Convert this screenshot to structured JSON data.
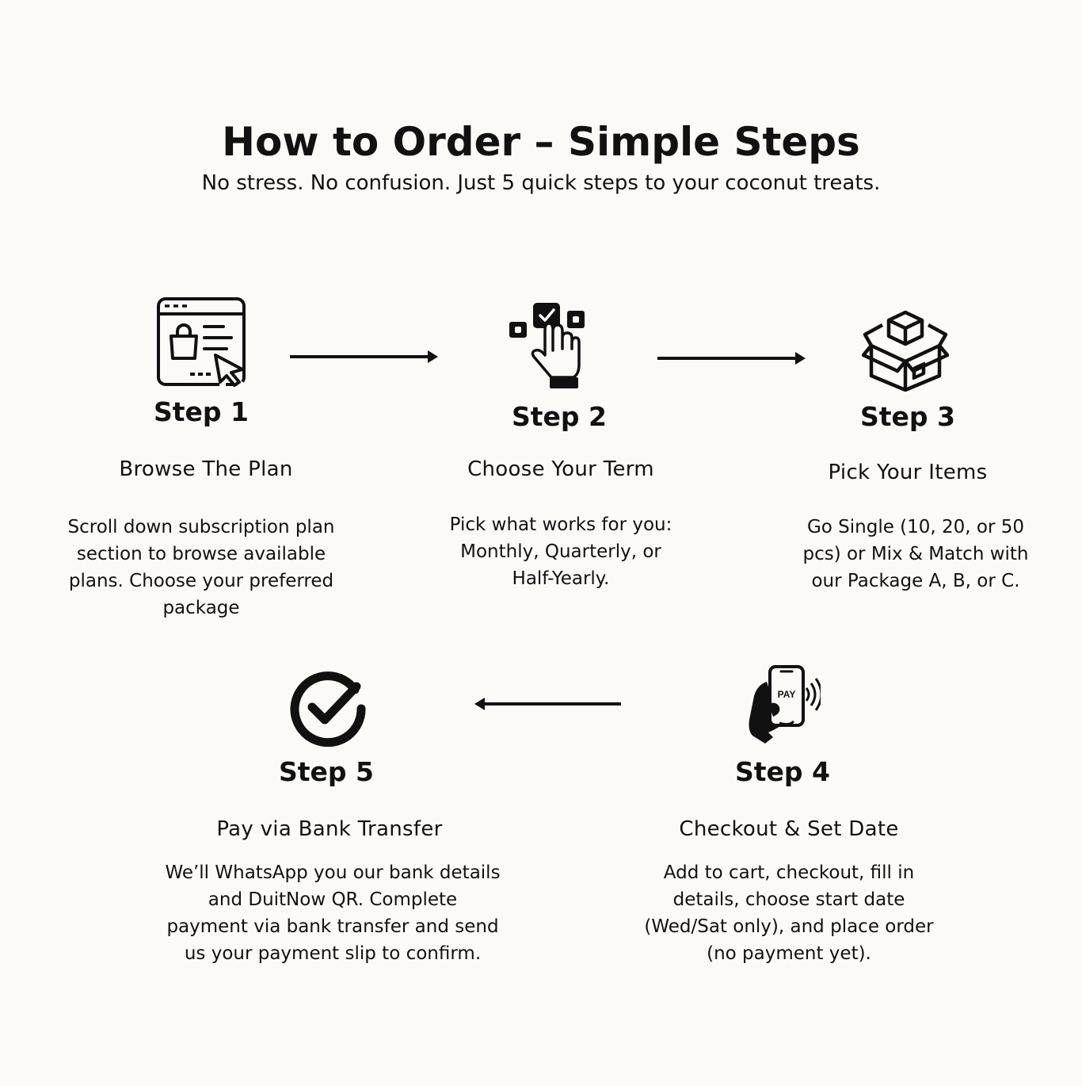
{
  "title": "How to Order – Simple Steps",
  "subtitle": "No stress. No confusion. Just 5 quick steps to your coconut treats.",
  "steps": [
    {
      "label": "Step 1",
      "heading": "Browse The Plan",
      "description": "Scroll down subscription plan section to browse available plans. Choose your preferred package",
      "icon": "online-shopping-browser-icon"
    },
    {
      "label": "Step 2",
      "heading": "Choose Your Term",
      "description": "Pick what works for you: Monthly, Quarterly, or Half-Yearly.",
      "icon": "hand-tap-checkbox-icon"
    },
    {
      "label": "Step 3",
      "heading": "Pick Your Items",
      "description": "Go Single (10, 20, or 50 pcs) or Mix & Match with our Package A, B, or C.",
      "icon": "open-box-icon"
    },
    {
      "label": "Step 4",
      "heading": "Checkout & Set Date",
      "description": "Add to cart, checkout, fill in details, choose start date (Wed/Sat only), and place order (no payment yet).",
      "icon": "phone-pay-icon",
      "icon_text": "PAY"
    },
    {
      "label": "Step 5",
      "heading": "Pay via Bank Transfer",
      "description": "We’ll WhatsApp you our bank details and DuitNow QR. Complete payment via bank transfer and send us your payment slip to confirm.",
      "icon": "check-circle-icon"
    }
  ],
  "colors": {
    "background": "#fbfaf7",
    "ink": "#111111"
  }
}
